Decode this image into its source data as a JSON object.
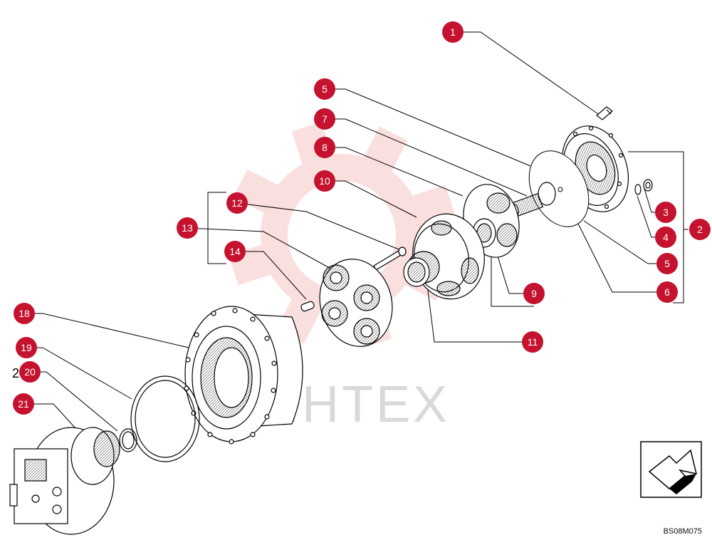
{
  "callouts": [
    {
      "label": "1"
    },
    {
      "label": "5"
    },
    {
      "label": "7"
    },
    {
      "label": "8"
    },
    {
      "label": "10"
    },
    {
      "label": "12"
    },
    {
      "label": "13"
    },
    {
      "label": "14"
    },
    {
      "label": "18"
    },
    {
      "label": "19"
    },
    {
      "label": "20"
    },
    {
      "label": "21"
    },
    {
      "label": "3"
    },
    {
      "label": "4"
    },
    {
      "label": "2"
    },
    {
      "label": "5"
    },
    {
      "label": "6"
    },
    {
      "label": "9"
    },
    {
      "label": "11"
    }
  ],
  "watermark_text": "MHTEX",
  "partial_label": "2",
  "reference_id": "BS08M075",
  "colors": {
    "callout_fill": "#c4122f",
    "callout_text": "#ffffff",
    "line": "#000000",
    "watermark_logo": "#f6c6c6",
    "watermark_text": "#d9d9d9"
  },
  "icons": {
    "nav_arrow": "arrow-icon"
  }
}
